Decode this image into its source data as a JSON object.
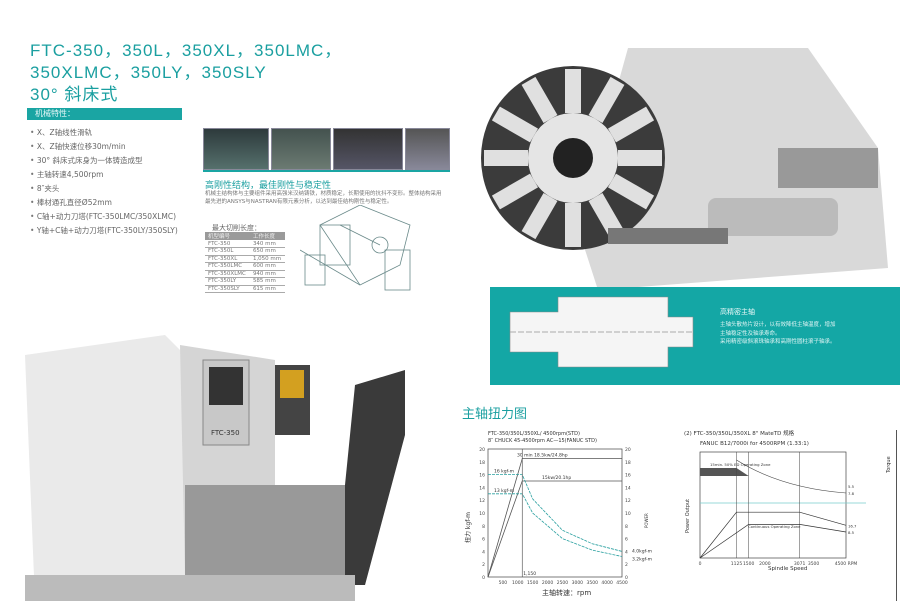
{
  "title": {
    "line1": "FTC-350，350L，350XL，350LMC，",
    "line2": "350XLMC，350LY，350SLY",
    "line3": "30° 斜床式"
  },
  "features": {
    "header": "机械特性：",
    "items": [
      "X、Z轴线性滑轨",
      "X、Z轴快速位移30m/min",
      "30° 斜床式床身为一体铸造成型",
      "主轴转速4,500rpm",
      "8″夹头",
      "棒材通孔直径Ø52mm",
      "C轴+动力刀塔(FTC-350LMC/350XLMC)",
      "Y轴+C轴+动力刀塔(FTC-350LY/350SLY)"
    ]
  },
  "rigidity": {
    "heading": "高刚性结构，最佳刚性与稳定性",
    "text": "机械主结构体与主要组件采用高强米汉纳铸铁，材质稳定，长期使用的抗抖不变形。整体结构采用最先进的ANSYS与NASTRAN有限元素分析，以达到最佳结构刚性与稳定性。"
  },
  "max_length": {
    "label": "最大切削长度：",
    "headers": [
      "机型编号",
      "工作长度"
    ],
    "rows": [
      [
        "FTC-350",
        "340 mm"
      ],
      [
        "FTC-350L",
        "650 mm"
      ],
      [
        "FTC-350XL",
        "1,050 mm"
      ],
      [
        "FTC-350LMC",
        "600 mm"
      ],
      [
        "FTC-350XLMC",
        "940 mm"
      ],
      [
        "FTC-350LY",
        "585 mm"
      ],
      [
        "FTC-350SLY",
        "615 mm"
      ]
    ]
  },
  "spindle": {
    "heading": "高精密主轴",
    "lines": [
      "主轴头散热片设计，以有效降低主轴温度，增加",
      "主轴稳定性及轴承寿命。",
      "采用精密级斜滚珠轴承和高刚性圆柱滚子轴承。"
    ]
  },
  "machine": {
    "brand": "FTC-350"
  },
  "torque_section": "主轴扭力图",
  "chart_data": [
    {
      "type": "line",
      "title": "FTC-350/350L/350XL/ 4500rpm(STD)",
      "subtitle": "8″ CHUCK 45-4500rpm AC—15(FANUC STD)",
      "xlabel": "主轴转速：rpm",
      "ylabel": "扭力 kgf-m",
      "y2label": "POWER",
      "xlim": [
        0,
        4500
      ],
      "ylim": [
        0,
        20
      ],
      "xticks": [
        "500",
        "1000",
        "1500",
        "2000",
        "2500",
        "3000",
        "3500",
        "4000",
        "4500"
      ],
      "yticks": [
        "0",
        "2",
        "4",
        "6",
        "8",
        "10",
        "12",
        "14",
        "16",
        "18",
        "20"
      ],
      "annotations": [
        "30 min 18.5kw/24.8hp",
        "15kw/20.1hp",
        "16 kgf-m",
        "13 kgf-m",
        "4.0kgf-m",
        "3.2kgf-m",
        "1,150"
      ],
      "series": [
        {
          "name": "30 min power (kW)",
          "x": [
            0,
            1150,
            4500
          ],
          "y": [
            0,
            18.5,
            18.5
          ]
        },
        {
          "name": "continuous power (kW)",
          "x": [
            0,
            1150,
            4500
          ],
          "y": [
            0,
            15,
            15
          ]
        },
        {
          "name": "30 min torque (kgf-m)",
          "x": [
            0,
            1150,
            1500,
            2500,
            3500,
            4500
          ],
          "y": [
            16,
            16,
            12.2,
            7.3,
            5.2,
            4.0
          ]
        },
        {
          "name": "continuous torque (kgf-m)",
          "x": [
            0,
            1150,
            1500,
            2500,
            3500,
            4500
          ],
          "y": [
            13,
            13,
            10,
            6,
            4.2,
            3.2
          ]
        }
      ]
    },
    {
      "type": "line",
      "title": "(2) FTC-350/350L/350XL 8\" MateTD 规格",
      "subtitle": "FANUC B12/7000i for 4500RPM (1.33:1)",
      "xlabel": "Spindle Speed",
      "ylabel": "Power Output",
      "y2label": "Torque",
      "xlim": [
        0,
        4500
      ],
      "xticks": [
        "0",
        "1125",
        "1500",
        "2000",
        "3071",
        "3500",
        "4500 RPM"
      ],
      "annotations": [
        "15min. 50% ED Operating Zone",
        "Continuous Operating Zone",
        "16.7",
        "8.5",
        "7.8",
        "5.5"
      ],
      "series": [
        {
          "name": "15min power (kW)",
          "x": [
            0,
            1125,
            3071,
            4500
          ],
          "y": [
            0,
            15,
            15,
            10.7
          ]
        },
        {
          "name": "continuous power (kW)",
          "x": [
            0,
            1500,
            3071,
            4500
          ],
          "y": [
            0,
            11,
            11,
            8.5
          ]
        }
      ]
    }
  ]
}
